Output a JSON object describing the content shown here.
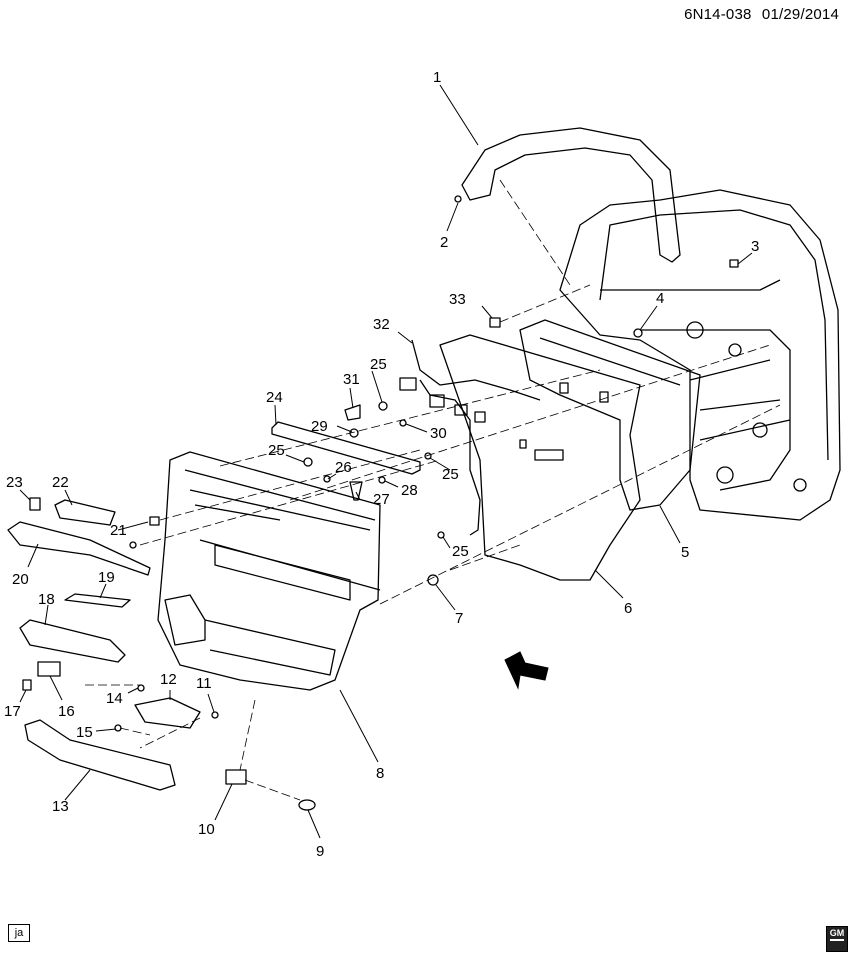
{
  "header": {
    "code": "6N14-038",
    "date": "01/29/2014"
  },
  "callouts": [
    {
      "id": "c1",
      "text": "1"
    },
    {
      "id": "c2",
      "text": "2"
    },
    {
      "id": "c3",
      "text": "3"
    },
    {
      "id": "c4",
      "text": "4"
    },
    {
      "id": "c5",
      "text": "5"
    },
    {
      "id": "c6",
      "text": "6"
    },
    {
      "id": "c7",
      "text": "7"
    },
    {
      "id": "c8",
      "text": "8"
    },
    {
      "id": "c9",
      "text": "9"
    },
    {
      "id": "c10",
      "text": "10"
    },
    {
      "id": "c11",
      "text": "11"
    },
    {
      "id": "c12",
      "text": "12"
    },
    {
      "id": "c13",
      "text": "13"
    },
    {
      "id": "c14",
      "text": "14"
    },
    {
      "id": "c15",
      "text": "15"
    },
    {
      "id": "c16",
      "text": "16"
    },
    {
      "id": "c17",
      "text": "17"
    },
    {
      "id": "c18",
      "text": "18"
    },
    {
      "id": "c19",
      "text": "19"
    },
    {
      "id": "c20",
      "text": "20"
    },
    {
      "id": "c21",
      "text": "21"
    },
    {
      "id": "c22",
      "text": "22"
    },
    {
      "id": "c23",
      "text": "23"
    },
    {
      "id": "c24",
      "text": "24"
    },
    {
      "id": "c25a",
      "text": "25"
    },
    {
      "id": "c25b",
      "text": "25"
    },
    {
      "id": "c25c",
      "text": "25"
    },
    {
      "id": "c25d",
      "text": "25"
    },
    {
      "id": "c26",
      "text": "26"
    },
    {
      "id": "c27",
      "text": "27"
    },
    {
      "id": "c28",
      "text": "28"
    },
    {
      "id": "c29",
      "text": "29"
    },
    {
      "id": "c30",
      "text": "30"
    },
    {
      "id": "c31",
      "text": "31"
    },
    {
      "id": "c32",
      "text": "32"
    },
    {
      "id": "c33",
      "text": "33"
    }
  ],
  "direction_arrow": {
    "label": "FRT"
  },
  "footer": {
    "tag": "ja",
    "logo": "GM"
  }
}
